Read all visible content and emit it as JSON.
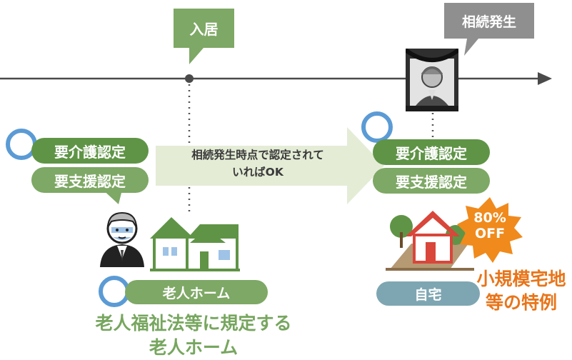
{
  "timeline": {
    "move_in_label": "入居",
    "inheritance_label": "相続発生"
  },
  "left": {
    "care_cert_label": "要介護認定",
    "support_cert_label": "要支援認定",
    "facility_label": "老人ホーム",
    "facility_note_line1": "老人福祉法等に規定する",
    "facility_note_line2": "老人ホーム"
  },
  "arrow": {
    "text_line1": "相続発生時点で認定されて",
    "text_line2": "いればOK"
  },
  "right": {
    "care_cert_label": "要介護認定",
    "support_cert_label": "要支援認定",
    "home_label": "自宅",
    "discount_value": "80%",
    "discount_word": "OFF",
    "special_rule_line1": "小規模宅地",
    "special_rule_line2": "等の特例"
  },
  "colors": {
    "green": "#7ea865",
    "gray": "#8f8f8f",
    "teal": "#7ea6b2",
    "ring_blue": "#5b9bd5",
    "orange": "#f08a1c"
  }
}
